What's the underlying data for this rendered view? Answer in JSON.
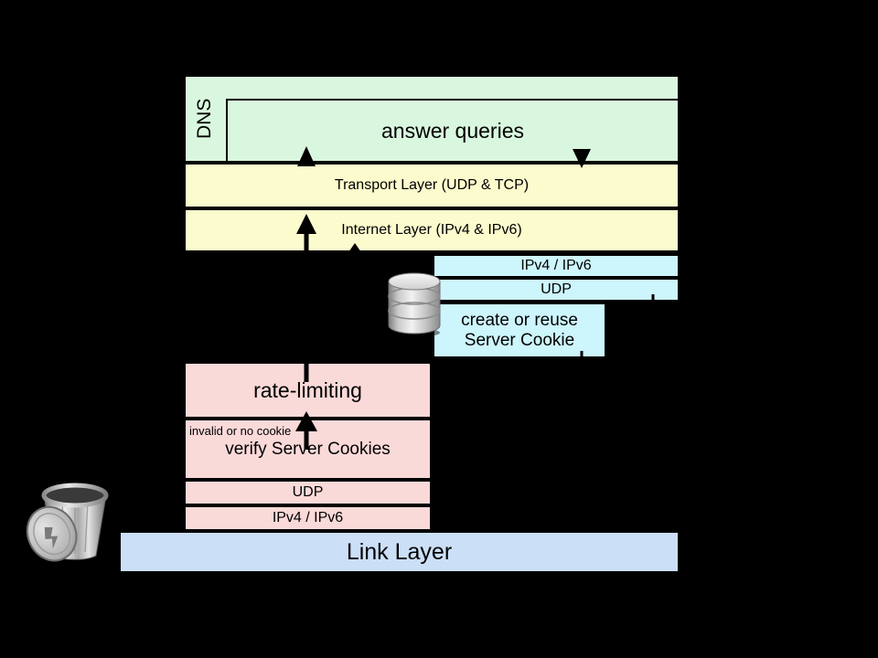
{
  "diagram": {
    "title": "DNS server packet processing layers",
    "background_color": "#000000",
    "colors": {
      "dns_green": "#d9f7de",
      "transport_yellow": "#fcfbcd",
      "cookie_blue": "#cdf5fc",
      "ratelimit_pink": "#fad9d9",
      "link_blue": "#cbdff7",
      "stroke": "#000000"
    }
  },
  "dns_stack": {
    "group_label": "DNS",
    "answer_queries_label": "answer queries",
    "transport_layer_label": "Transport Layer (UDP & TCP)",
    "internet_layer_label": "Internet Layer (IPv4 & IPv6)"
  },
  "cookie_stack": {
    "ip_label": "IPv4 / IPv6",
    "udp_label": "UDP",
    "create_reuse_label": "create or reuse\nServer Cookie",
    "db_icon_name": "database-icon"
  },
  "ratelimit_stack": {
    "rate_limiting_label": "rate-limiting",
    "invalid_cookie_note": "invalid or no cookie",
    "verify_cookies_label": "verify Server Cookies",
    "udp_label": "UDP",
    "ip_label": "IPv4 / IPv6",
    "trash_icon_name": "trash-can-icon"
  },
  "link_layer": {
    "label": "Link Layer"
  }
}
